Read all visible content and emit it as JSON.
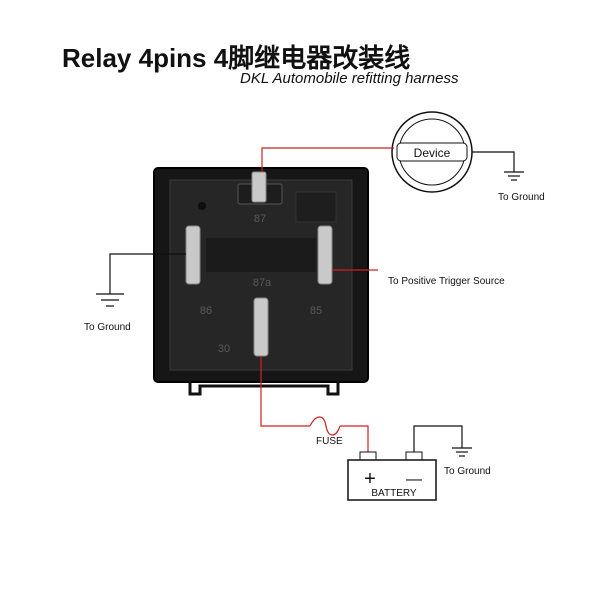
{
  "header": {
    "title": "Relay  4pins 4脚继电器改装线",
    "subtitle": "DKL Automobile refitting harness"
  },
  "relay": {
    "pins": {
      "p87": "87",
      "p87a": "87a",
      "p86": "86",
      "p85": "85",
      "p30": "30"
    }
  },
  "device": {
    "label": "Device"
  },
  "labels": {
    "ground_device": "To Ground",
    "ground_left": "To Ground",
    "ground_battery": "To Ground",
    "trigger": "To Positive Trigger Source",
    "fuse": "FUSE"
  },
  "battery": {
    "label": "BATTERY",
    "plus": "+",
    "minus": "—"
  },
  "colors": {
    "wire_red": "#d22020",
    "wire_black": "#111111",
    "relay_body": "#1a1a1a",
    "relay_face": "#2a2a2a",
    "terminal": "#c9c9c9"
  }
}
